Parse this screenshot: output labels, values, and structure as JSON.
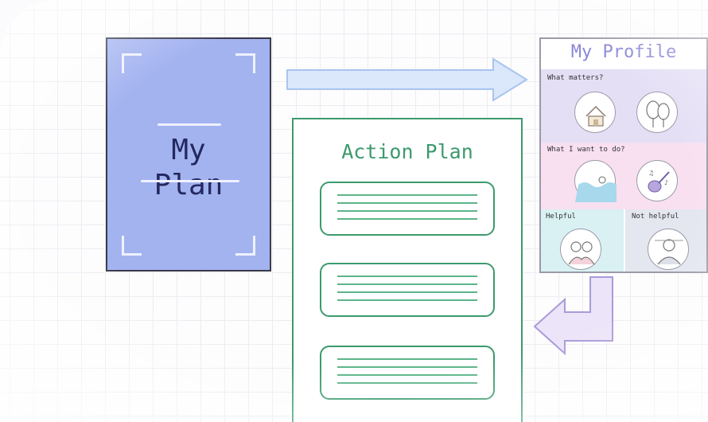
{
  "plan_card": {
    "title_line1": "My",
    "title_line2": "Plan"
  },
  "action_plan": {
    "title": "Action Plan",
    "items_count_visible": 3
  },
  "profile": {
    "title": "My Profile",
    "sections": {
      "what_matters": "What matters?",
      "want_to_do": "What I want to do?",
      "helpful": "Helpful",
      "not_helpful": "Not helpful"
    },
    "icons": [
      "house-icon",
      "trees-icon",
      "swimming-icon",
      "guitar-icon",
      "helpful-people-icon",
      "not-helpful-people-icon"
    ]
  },
  "colors": {
    "plan_fill": "#a3b3f0",
    "plan_text": "#24285e",
    "action_green": "#3c9a6d",
    "profile_title": "#8a86d6",
    "arrow_right_fill": "#dbe7fb",
    "arrow_down_left_fill": "#ece4f8"
  }
}
